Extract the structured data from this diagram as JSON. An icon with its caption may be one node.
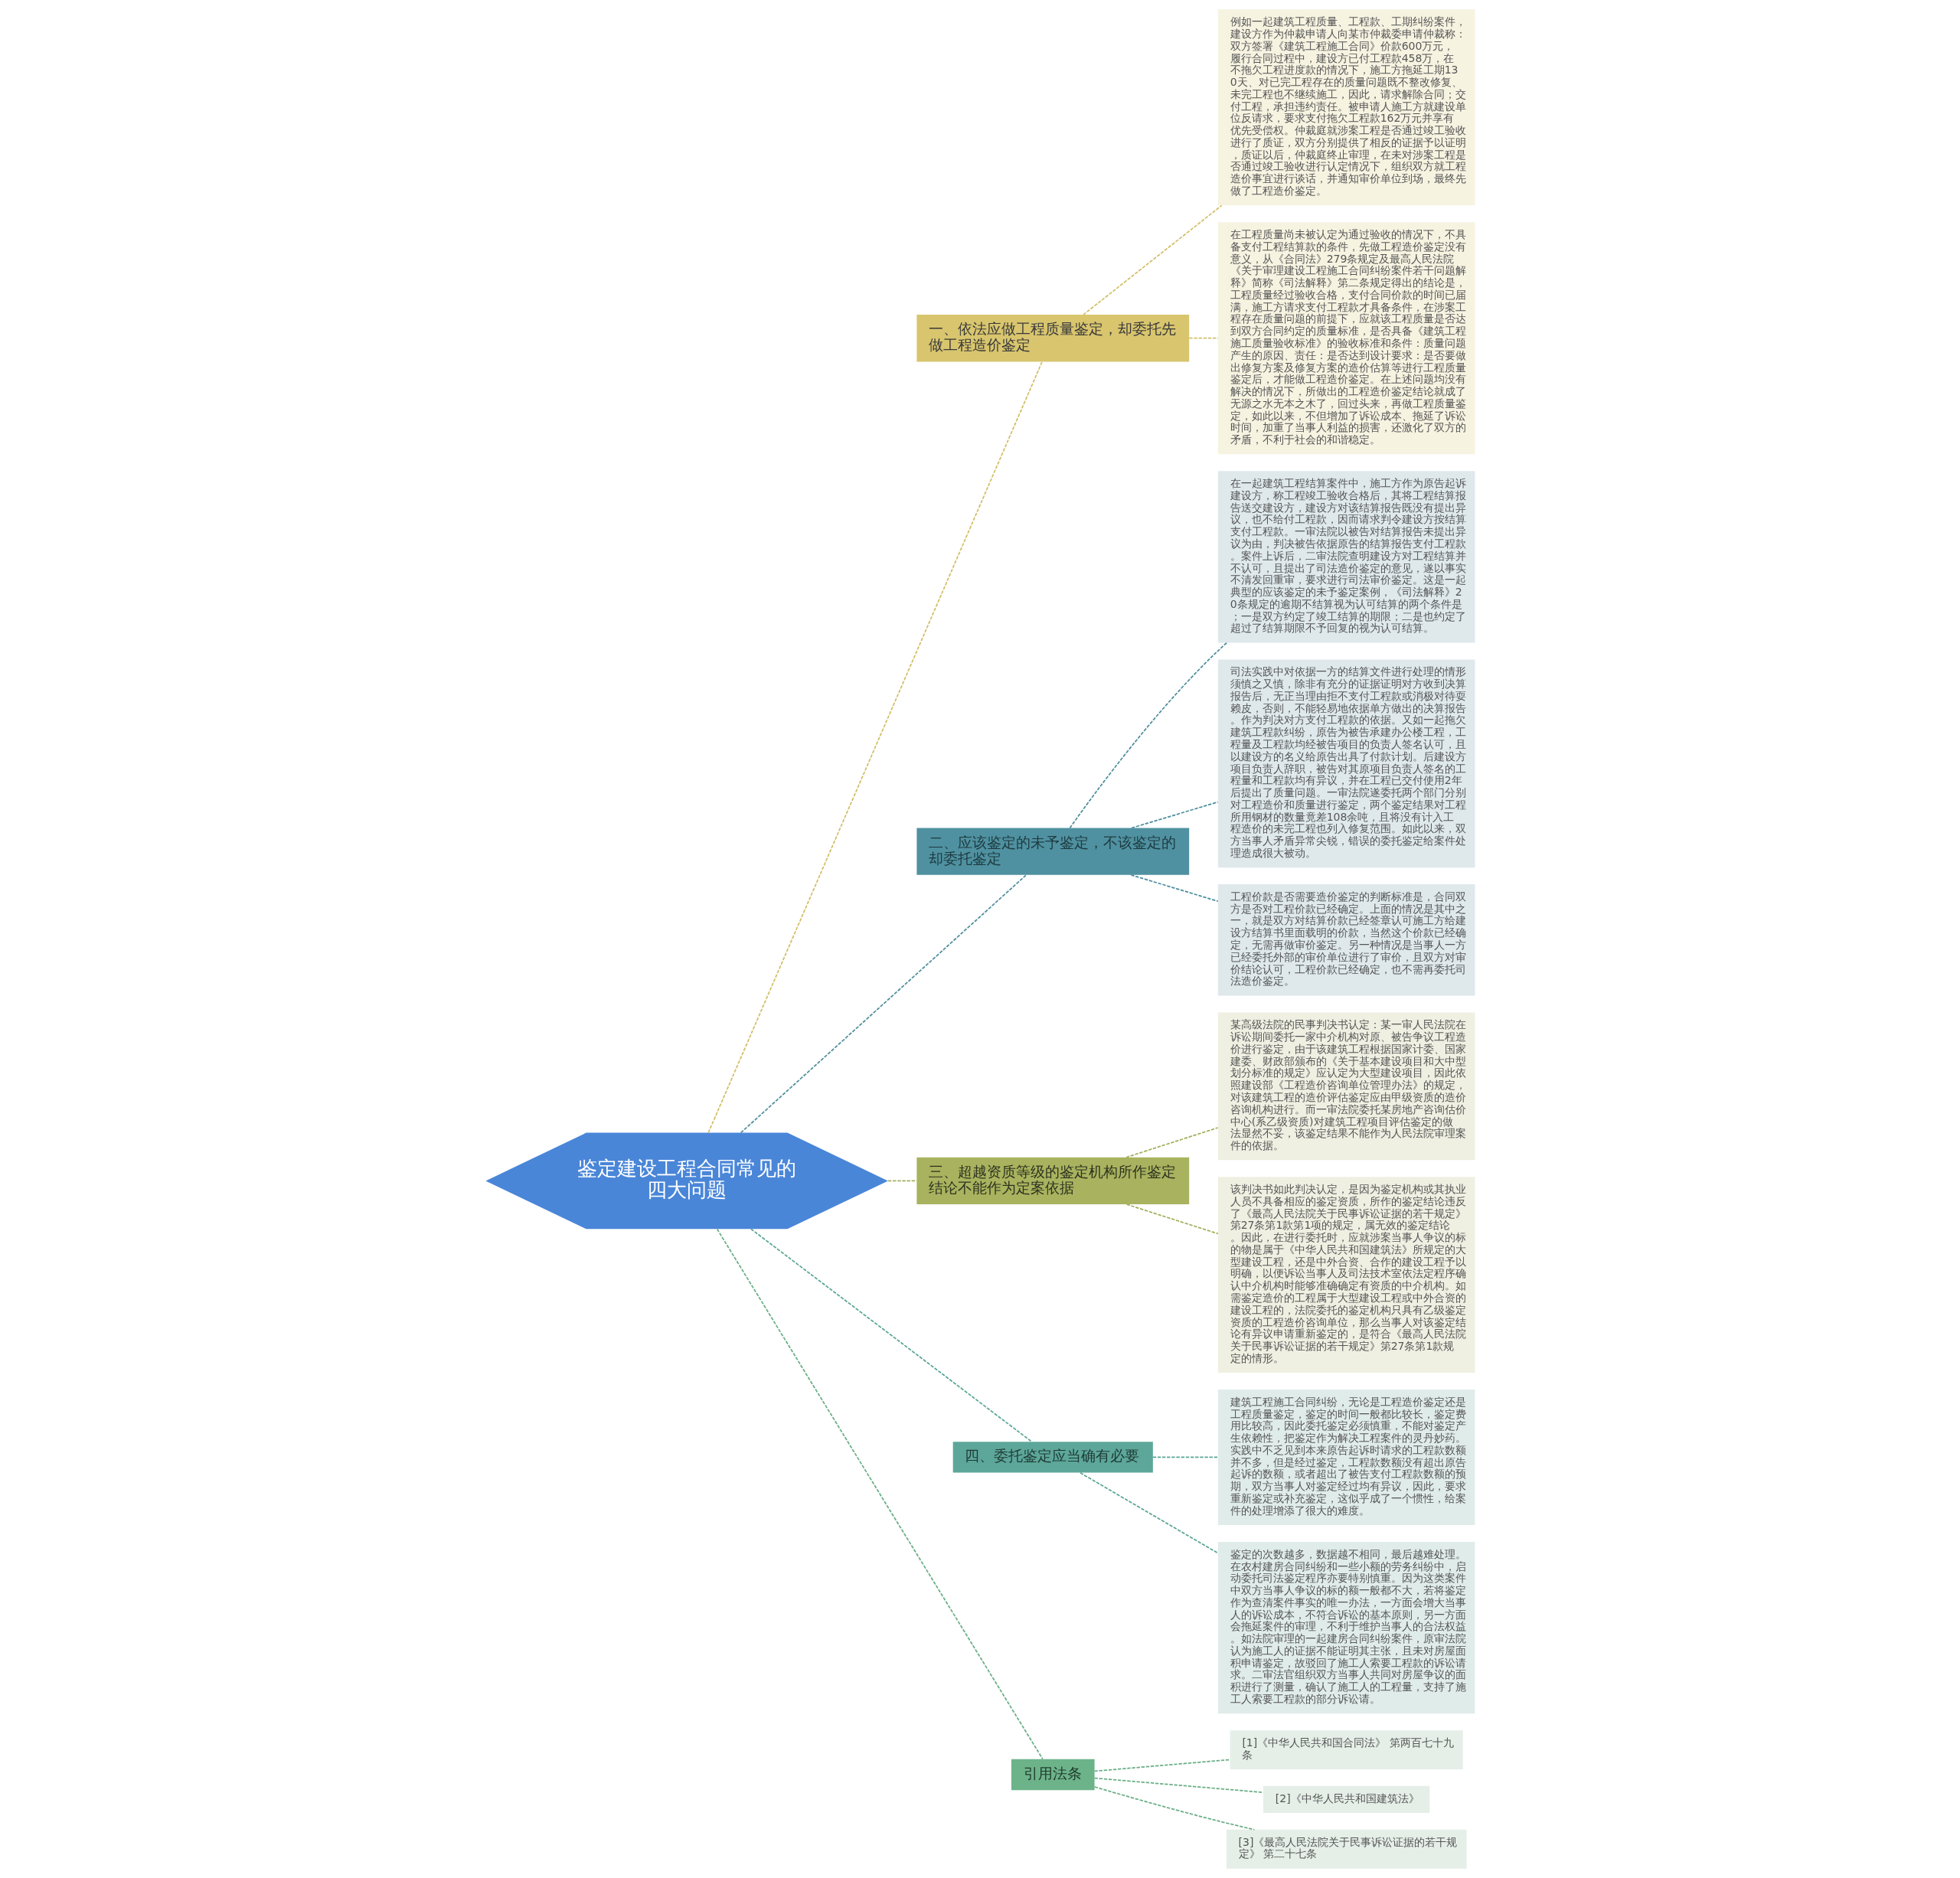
{
  "diagram": {
    "nodes": [
      {
        "text": [
          "鉴定建设工程合同常见的四大问题"
        ]
      },
      {
        "text": [
          "一、依法应做工程质量鉴定，却委托先做工程造价鉴定"
        ]
      },
      {
        "text": [
          "例如一起建筑工程质量、工程款、工期纠纷案件，建设方作为仲裁申请人向某市仲裁委申请仲裁称：双方签署《建筑工程施工合同》价款600万元，履行合同过程中，建设方已付工程款458万，在不拖欠工程进度款的情况下，施工方拖延工期130天、对已完工程存在的质量问题既不整改修复、未完工程也不继续施工，因此，请求解除合同；交付工程，承担违约责任。被申请人施工方就建设单位反请求，要求支付拖欠工程款162万元并享有优先受偿权。仲裁庭就涉案工程是否通过竣工验收进行了质证，双方分别提供了相反的证据予以证明，质证以后，仲裁庭终止审理，在未对涉案工程是否通过竣工验收进行认定情况下，组织双方就工程造价事宜进行谈话，并通知审价单位到场，最终先做了工程造价鉴定。"
        ]
      },
      {
        "text": [
          "在工程质量尚未被认定为通过验收的情况下，不具备支付工程结算款的条件，先做工程造价鉴定没有意义，从《合同法》279条规定及最高人民法院《关于审理建设工程施工合同纠纷案件若干问题解释》简称《司法解释》第二条规定得出的结论是，工程质量经过验收合格，支付合同价款的时间已届满，施工方请求支付工程款才具备条件，在涉案工程存在质量问题的前提下，应就该工程质量是否达到双方合同约定的质量标准，是否具备《建筑工程施工质量验收标准》的验收标准和条件：质量问题产生的原因、责任：是否达到设计要求：是否要做出修复方案及修复方案的造价估算等进行工程质量鉴定后，才能做工程造价鉴定。在上述问题均没有解决的情况下，所做出的工程造价鉴定结论就成了无源之水无本之木了，回过头来，再做工程质量鉴定，如此以来，不但增加了诉讼成本、拖延了诉讼时间，加重了当事人利益的损害，还激化了双方的矛盾，不利于社会的和谐稳定。"
        ]
      },
      {
        "text": [
          "二、应该鉴定的未予鉴定，不该鉴定的却委托鉴定"
        ]
      },
      {
        "text": [
          "在一起建筑工程结算案件中，施工方作为原告起诉建设方，称工程竣工验收合格后，其将工程结算报告送交建设方，建设方对该结算报告既没有提出异议，也不给付工程款，因而请求判令建设方按结算支付工程款。一审法院以被告对结算报告未提出异议为由，判决被告依据原告的结算报告支付工程款。案件上诉后，二审法院查明建设方对工程结算并不认可，且提出了司法造价鉴定的意见，遂以事实不清发回重审，要求进行司法审价鉴定。这是一起典型的应该鉴定的未予鉴定案例，《司法解释》20条规定的逾期不结算视为认可结算的两个条件是；一是双方约定了竣工结算的期限；二是也约定了超过了结算期限不予回复的视为认可结算。"
        ]
      },
      {
        "text": [
          "司法实践中对依据一方的结算文件进行处理的情形须慎之又慎，除非有充分的证据证明对方收到决算报告后，无正当理由拒不支付工程款或消极对待耍赖皮，否则，不能轻易地依据单方做出的决算报告。作为判决对方支付工程款的依据。又如一起拖欠建筑工程款纠纷，原告为被告承建办公楼工程，工程量及工程款均经被告项目的负责人签名认可，且以建设方的名义给原告出具了付款计划。后建设方项目负责人辞职，被告对其原项目负责人签名的工程量和工程款均有异议，并在工程已交付使用2年后提出了质量问题。一审法院遂委托两个部门分别对工程造价和质量进行鉴定，两个鉴定结果对工程所用钢材的数量竟差108余吨，且将没有计入工程造价的未完工程也列入修复范围。如此以来，双方当事人矛盾异常尖锐，错误的委托鉴定给案件处理造成很大被动。"
        ]
      },
      {
        "text": [
          "工程价款是否需要造价鉴定的判断标准是，合同双方是否对工程价款已经确定。上面的情况是其中之一，就是双方对结算价款已经签章认可施工方给建设方结算书里面载明的价款，当然这个价款已经确定，无需再做审价鉴定。另一种情况是当事人一方已经委托外部的审价单位进行了审价，且双方对审价结论认可，工程价款已经确定，也不需再委托司法造价鉴定。"
        ]
      },
      {
        "text": [
          "三、超越资质等级的鉴定机构所作鉴定结论不能作为定案依据"
        ]
      },
      {
        "text": [
          "某高级法院的民事判决书认定：某一审人民法院在诉讼期间委托一家中介机构对原、被告争议工程造价进行鉴定，由于该建筑工程根据国家计委、国家建委、财政部颁布的《关于基本建设项目和大中型划分标准的规定》应认定为大型建设项目，因此依照建设部《工程造价咨询单位管理办法》的规定，对该建筑工程的造价评估鉴定应由甲级资质的造价咨询机构进行。而一审法院委托某房地产咨询估价中心(系乙级资质)对建筑工程项目评估鉴定的做法显然不妥，该鉴定结果不能作为人民法院审理案件的依据。"
        ]
      },
      {
        "text": [
          "该判决书如此判决认定，是因为鉴定机构或其执业人员不具备相应的鉴定资质，所作的鉴定结论违反了《最高人民法院关于民事诉讼证据的若干规定》第27条第1款第1项的规定，属无效的鉴定结论。因此，在进行委托时，应就涉案当事人争议的标的物是属于《中华人民共和国建筑法》所规定的大型建设工程，还是中外合资、合作的建设工程予以明确，以便诉讼当事人及司法技术室依法定程序确认中介机构时能够准确确定有资质的中介机构。如需鉴定造价的工程属于大型建设工程或中外合资的建设工程的，法院委托的鉴定机构只具有乙级鉴定资质的工程造价咨询单位，那么当事人对该鉴定结论有异议申请重新鉴定的，是符合《最高人民法院关于民事诉讼证据的若干规定》第27条第1款规定的情形。"
        ]
      },
      {
        "text": [
          "四、委托鉴定应当确有必要"
        ]
      },
      {
        "text": [
          "建筑工程施工合同纠纷，无论是工程造价鉴定还是工程质量鉴定，鉴定的时间一般都比较长，鉴定费用比较高，因此委托鉴定必须慎重，不能对鉴定产生依赖性，把鉴定作为解决工程案件的灵丹妙药。实践中不乏见到本来原告起诉时请求的工程款数额并不多，但是经过鉴定，工程款数额没有超出原告起诉的数额，或者超出了被告支付工程款数额的预期，双方当事人对鉴定经过均有异议，因此，要求重新鉴定或补充鉴定，这似乎成了一个惯性，给案件的处理增添了很大的难度。"
        ]
      },
      {
        "text": [
          "鉴定的次数越多，数据越不相同，最后越难处理。在农村建房合同纠纷和一些小额的劳务纠纷中，启动委托司法鉴定程序亦要特别慎重。因为这类案件中双方当事人争议的标的额一般都不大，若将鉴定作为查清案件事实的唯一办法，一方面会增大当事人的诉讼成本，不符合诉讼的基本原则，另一方面会拖延案件的审理，不利于维护当事人的合法权益。如法院审理的一起建房合同纠纷案件，原审法院认为施工人的证据不能证明其主张，且未对房屋面积申请鉴定，故驳回了施工人索要工程款的诉讼请求。二审法官组织双方当事人共同对房屋争议的面积进行了测量，确认了施工人的工程量，支持了施工人索要工程款的部分诉讼请。"
        ]
      },
      {
        "text": [
          "引用法条"
        ]
      },
      {
        "text": [
          "[1]《中华人民共和国合同法》 第两百七十九条"
        ]
      },
      {
        "text": [
          "[2]《中华人民共和国建筑法》"
        ]
      },
      {
        "text": [
          "[3]《最高人民法院关于民事诉讼证据的若干规定》 第二十七条"
        ]
      }
    ],
    "edges": [
      {
        "from": 0,
        "to": 1,
        "arrow": "none",
        "style": "dashed",
        "color": "#d2bf68"
      },
      {
        "from": 1,
        "to": 2,
        "arrow": "none",
        "style": "dashed",
        "color": "#d2bf68"
      },
      {
        "from": 1,
        "to": 3,
        "arrow": "none",
        "style": "dashed",
        "color": "#d2bf68"
      },
      {
        "from": 0,
        "to": 4,
        "arrow": "none",
        "style": "dashed",
        "color": "#4e8e9e"
      },
      {
        "from": 4,
        "to": 5,
        "arrow": "none",
        "style": "dashed",
        "color": "#4e8e9e"
      },
      {
        "from": 4,
        "to": 6,
        "arrow": "none",
        "style": "dashed",
        "color": "#4e8e9e"
      },
      {
        "from": 4,
        "to": 7,
        "arrow": "none",
        "style": "dashed",
        "color": "#4e8e9e"
      },
      {
        "from": 0,
        "to": 8,
        "arrow": "none",
        "style": "dashed",
        "color": "#a5ae5c"
      },
      {
        "from": 8,
        "to": 9,
        "arrow": "none",
        "style": "dashed",
        "color": "#a5ae5c"
      },
      {
        "from": 8,
        "to": 10,
        "arrow": "none",
        "style": "dashed",
        "color": "#a5ae5c"
      },
      {
        "from": 0,
        "to": 11,
        "arrow": "none",
        "style": "dashed",
        "color": "#5aa596"
      },
      {
        "from": 11,
        "to": 12,
        "arrow": "none",
        "style": "dashed",
        "color": "#5aa596"
      },
      {
        "from": 11,
        "to": 13,
        "arrow": "none",
        "style": "dashed",
        "color": "#5aa596"
      },
      {
        "from": 0,
        "to": 14,
        "arrow": "none",
        "style": "dashed",
        "color": "#6aae86"
      },
      {
        "from": 14,
        "to": 15,
        "arrow": "none",
        "style": "dashed",
        "color": "#6aae86"
      },
      {
        "from": 14,
        "to": 16,
        "arrow": "none",
        "style": "dashed",
        "color": "#6aae86"
      },
      {
        "from": 14,
        "to": 17,
        "arrow": "none",
        "style": "dashed",
        "color": "#6aae86"
      }
    ]
  }
}
